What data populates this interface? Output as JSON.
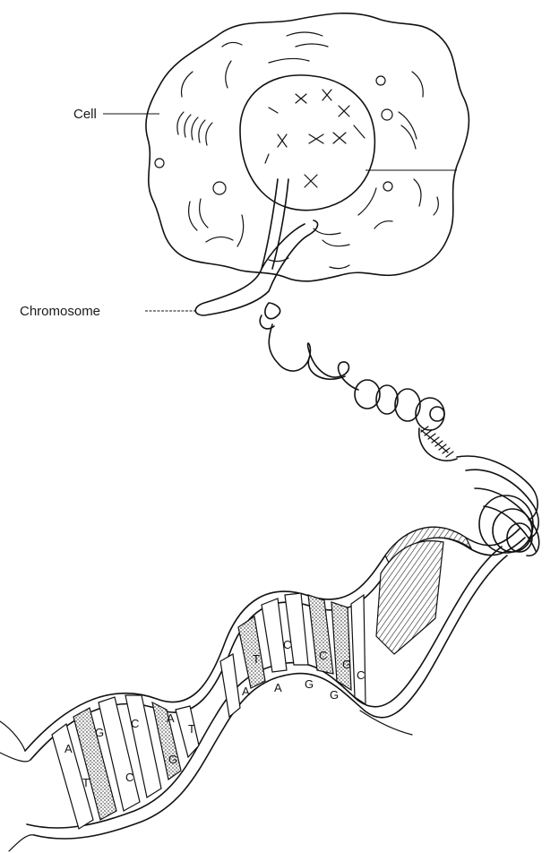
{
  "labels": {
    "cell": "Cell",
    "chromosome": "Chromosome"
  },
  "base_letters": {
    "strand_1": [
      "A",
      "G",
      "C",
      "A",
      "T",
      "C",
      "C",
      "G",
      "C"
    ],
    "strand_2": [
      "T",
      "C",
      "G",
      "T",
      "A",
      "A",
      "G",
      "G"
    ]
  }
}
